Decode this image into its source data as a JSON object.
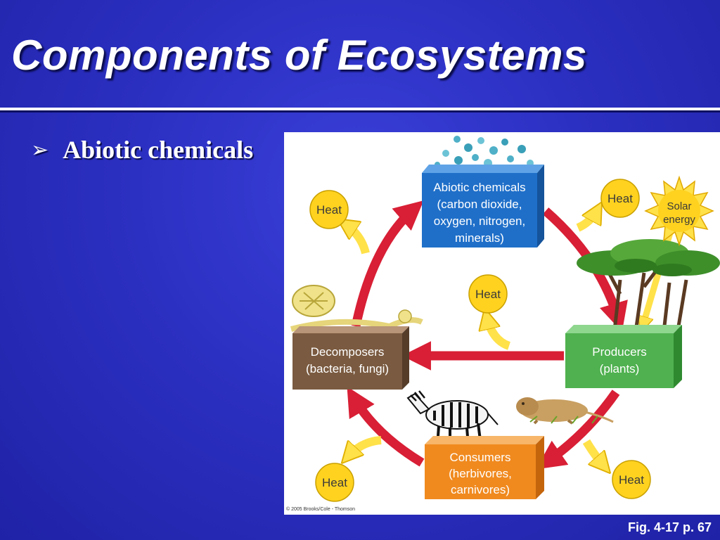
{
  "slide": {
    "title": "Components of Ecosystems",
    "bullet": "Abiotic chemicals",
    "figure_ref": "Fig. 4-17 p. 67"
  },
  "diagram": {
    "abiotic": {
      "line1": "Abiotic chemicals",
      "line2": "(carbon dioxide,",
      "line3": "oxygen, nitrogen,",
      "line4": "minerals)"
    },
    "producers": {
      "line1": "Producers",
      "line2": "(plants)"
    },
    "consumers": {
      "line1": "Consumers",
      "line2": "(herbivores,",
      "line3": "carnivores)"
    },
    "decomposers": {
      "line1": "Decomposers",
      "line2": "(bacteria, fungi)"
    },
    "heat_label": "Heat",
    "solar": {
      "line1": "Solar",
      "line2": "energy"
    },
    "copyright": "© 2005 Brooks/Cole - Thomson",
    "colors": {
      "abiotic_box": "#1f6fc9",
      "producers_box": "#4fb14f",
      "consumers_box": "#f08a1f",
      "decomposers_box": "#7a5a40",
      "cycle_arrow": "#d81f35",
      "heat_circle": "#ffd21f",
      "heat_arrow": "#ffe14a"
    }
  }
}
